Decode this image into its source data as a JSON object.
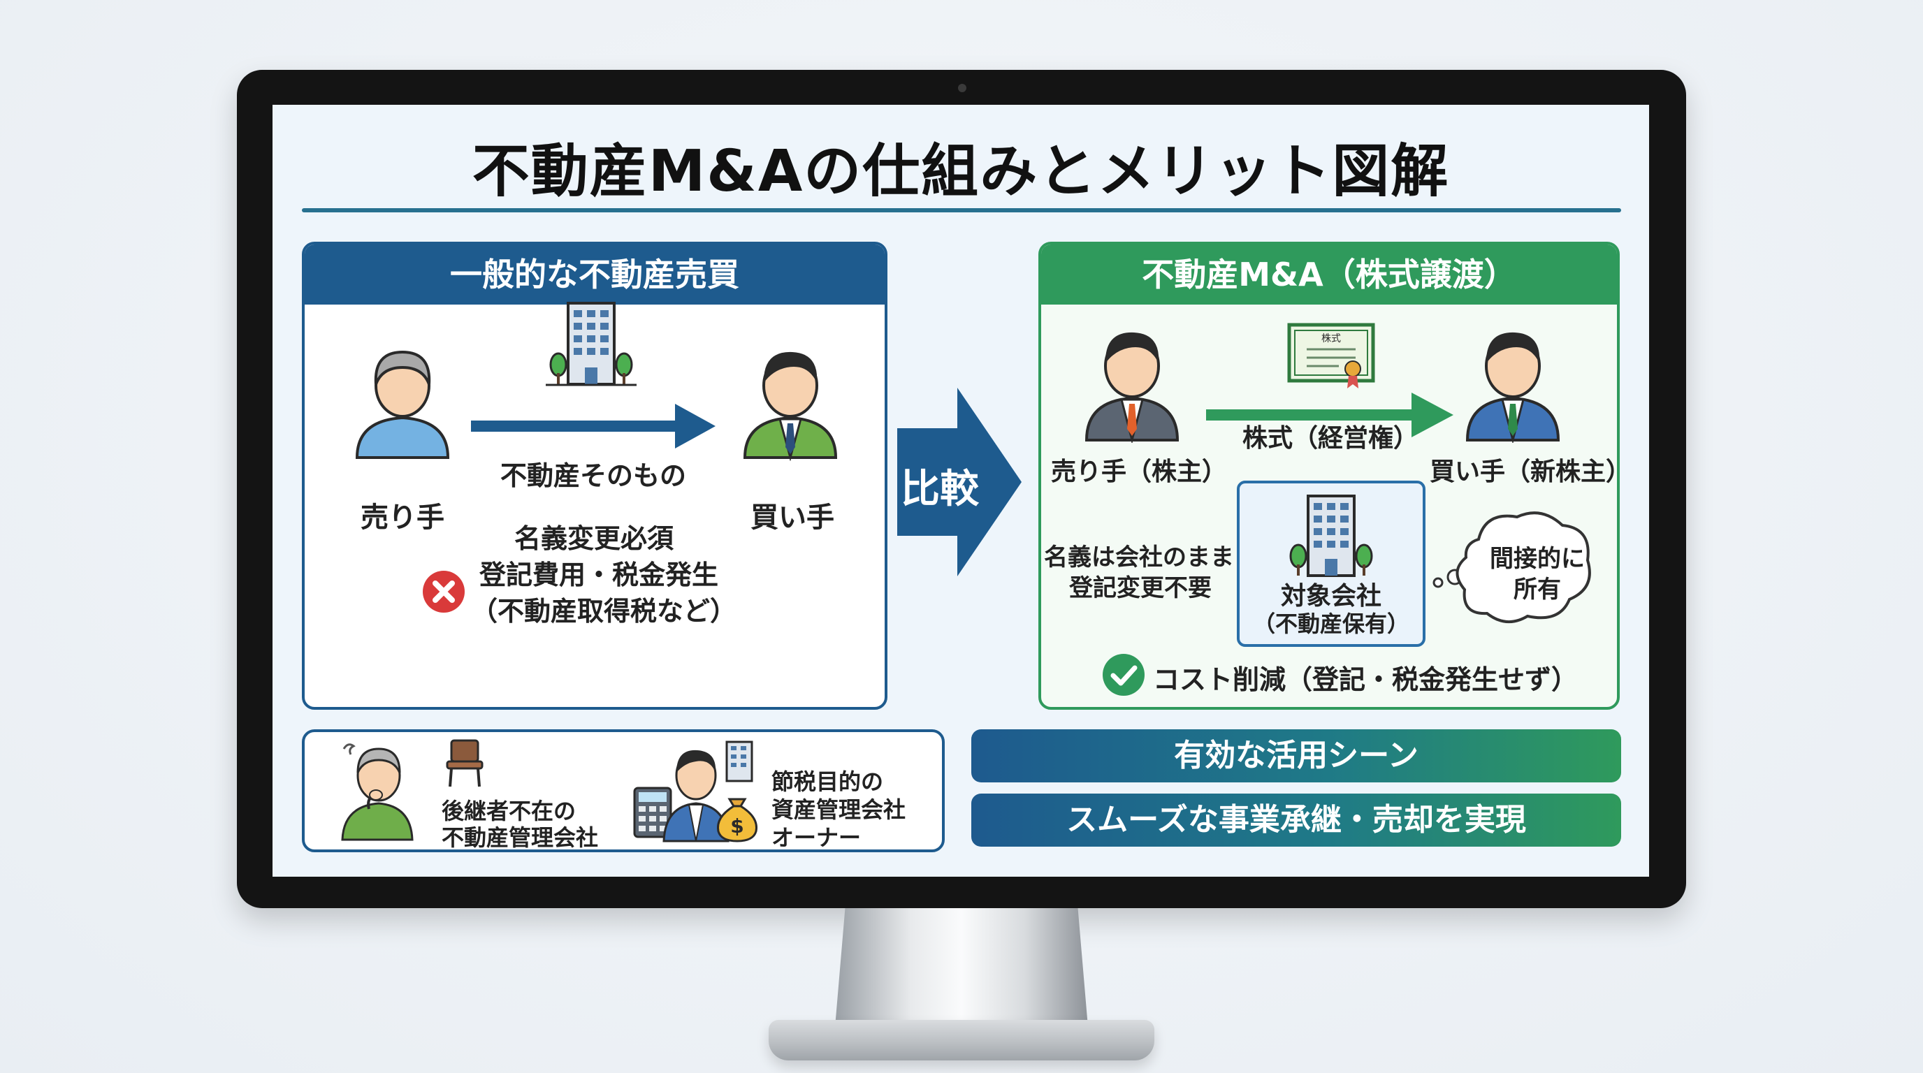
{
  "title": "不動産M&Aの仕組みとメリット図解",
  "left_panel": {
    "header": "一般的な不動産売買",
    "seller": "売り手",
    "buyer": "買い手",
    "transfer_label": "不動産そのもの",
    "issue_lines": [
      "名義変更必須",
      "登記費用・税金発生",
      "（不動産取得税など）"
    ]
  },
  "compare_label": "比較",
  "right_panel": {
    "header": "不動産M&A（株式譲渡）",
    "certificate_text": "株式",
    "transfer_label": "株式（経営権）",
    "seller": "売り手（株主）",
    "buyer": "買い手（新株主）",
    "left_note": [
      "名義は会社のまま",
      "登記変更不要"
    ],
    "company_label": [
      "対象会社",
      "（不動産保有）"
    ],
    "bubble": [
      "間接的に",
      "所有"
    ],
    "benefit": "コスト削減（登記・税金発生せず）"
  },
  "bottom_left": {
    "case1": [
      "後継者不在の",
      "不動産管理会社"
    ],
    "case2": [
      "節税目的の",
      "資産管理会社",
      "オーナー"
    ],
    "money_symbol": "$"
  },
  "bands": {
    "scene": "有効な活用シーン",
    "result": "スムーズな事業承継・売却を実現"
  },
  "colors": {
    "blue": "#1e5b8e",
    "green": "#2f9a5c",
    "teal_rule": "#27708f",
    "error_red": "#d93a3a",
    "check_green": "#2f9a5c"
  }
}
